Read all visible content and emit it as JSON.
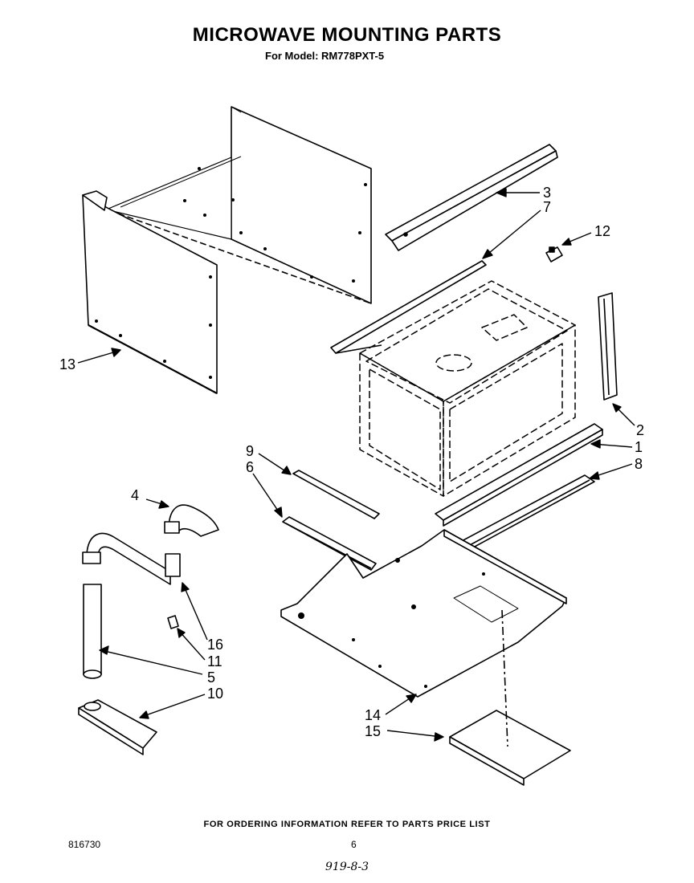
{
  "header": {
    "title": "MICROWAVE MOUNTING PARTS",
    "model_line": "For Model: RM778PXT-5"
  },
  "callouts": {
    "c1": "1",
    "c2": "2",
    "c3": "3",
    "c4": "4",
    "c5": "5",
    "c6": "6",
    "c7": "7",
    "c8": "8",
    "c9": "9",
    "c10": "10",
    "c11": "11",
    "c12": "12",
    "c13": "13",
    "c14": "14",
    "c15": "15",
    "c16": "16"
  },
  "footer": {
    "ordering_note": "FOR ORDERING INFORMATION REFER TO PARTS PRICE LIST",
    "doc_number": "816730",
    "page_number": "6",
    "handwritten_date": "919-8-3"
  }
}
